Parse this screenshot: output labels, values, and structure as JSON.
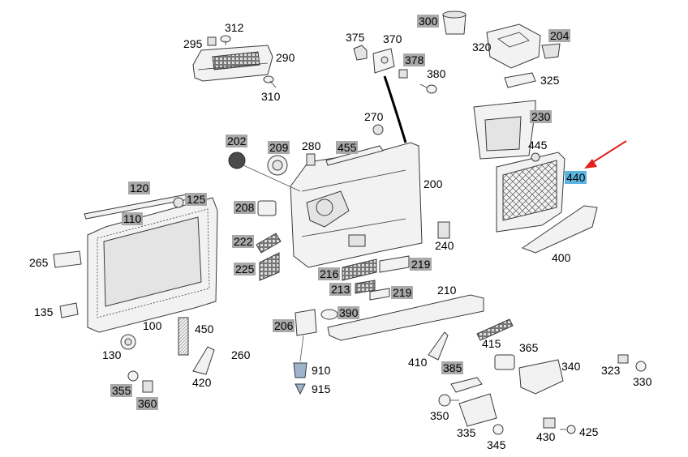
{
  "colors": {
    "highlight_label_bg": "#a9a9a9",
    "selected_label_bg": "#5bb4e0",
    "arrow": "#e0201b",
    "part_fill": "#f2f2f2",
    "part_stroke": "#3a3a3a"
  },
  "selected_part": "440",
  "labels": {
    "p100": "100",
    "p110": "110",
    "p120": "120",
    "p125": "125",
    "p130": "130",
    "p135": "135",
    "p200": "200",
    "p202": "202",
    "p204": "204",
    "p206": "206",
    "p208": "208",
    "p209": "209",
    "p210": "210",
    "p213": "213",
    "p216": "216",
    "p219a": "219",
    "p219b": "219",
    "p222": "222",
    "p225": "225",
    "p230": "230",
    "p240": "240",
    "p260": "260",
    "p265": "265",
    "p270": "270",
    "p280": "280",
    "p290": "290",
    "p295": "295",
    "p300": "300",
    "p310": "310",
    "p312": "312",
    "p320": "320",
    "p323": "323",
    "p325": "325",
    "p330": "330",
    "p335": "335",
    "p340": "340",
    "p345": "345",
    "p350": "350",
    "p355": "355",
    "p360": "360",
    "p365": "365",
    "p370": "370",
    "p375": "375",
    "p378": "378",
    "p380": "380",
    "p385": "385",
    "p390": "390",
    "p400": "400",
    "p410": "410",
    "p415": "415",
    "p420": "420",
    "p425": "425",
    "p430": "430",
    "p440": "440",
    "p445": "445",
    "p450": "450",
    "p455": "455",
    "p910": "910",
    "p915": "915"
  }
}
